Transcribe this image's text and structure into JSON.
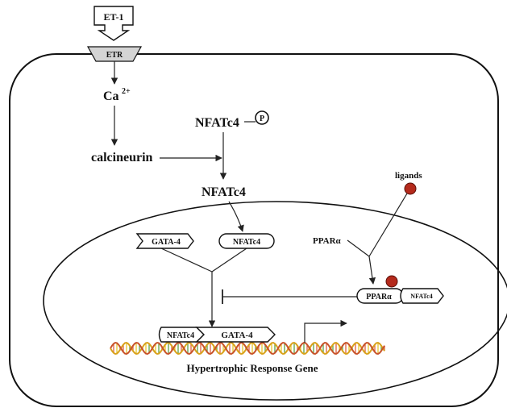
{
  "labels": {
    "et1": "ET-1",
    "etr": "ETR",
    "ca": "Ca",
    "ca_sup": "2+",
    "nfatc4_p": "NFATc4",
    "p_symbol": "P",
    "calcineurin": "calcineurin",
    "nfatc4_free": "NFATc4",
    "ligands": "ligands",
    "ppar_alpha": "PPARα",
    "gata4_box": "GATA-4",
    "nfatc4_box": "NFATc4",
    "ppar_complex": "PPARα",
    "nfatc4_complex": "NFATc4",
    "nfatc4_gene": "NFATc4",
    "gata4_gene": "GATA-4",
    "gene_label": "Hypertrophic Response Gene"
  },
  "colors": {
    "ligand": "#b42a1c",
    "ligand_stroke": "#5a0f08",
    "outline": "#111111",
    "dna_strand_a": "#d9a21b",
    "dna_strand_b": "#c8532a",
    "dna_rung_a": "#6aa84f",
    "dna_rung_b": "#e06c4c",
    "dna_rung_c": "#e8c93a"
  }
}
